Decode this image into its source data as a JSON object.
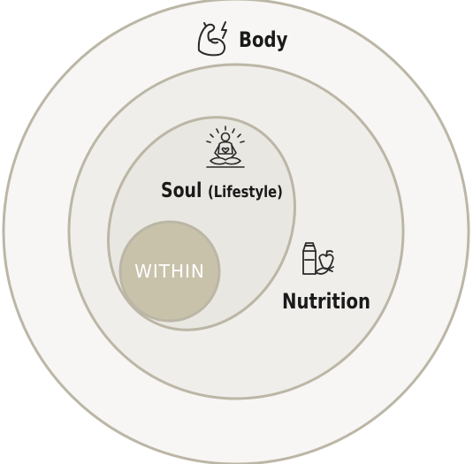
{
  "diagram": {
    "rings": [
      {
        "name": "Body",
        "label": "Body",
        "icon": "flexed-arm-lightning-icon"
      },
      {
        "name": "Nutrition",
        "label": "Nutrition",
        "icon": "milk-carton-vegetables-icon"
      },
      {
        "name": "Soul",
        "label": "Soul",
        "sublabel": "(Lifestyle)",
        "icon": "meditation-figure-icon"
      },
      {
        "name": "Within",
        "label": "WITHIN"
      }
    ],
    "colors": {
      "outer_fill": "#f7f6f4",
      "middle_fill": "#efeeea",
      "inner_fill": "#e9e7e1",
      "ring_stroke": "#bcb6a6",
      "within_fill": "#c9c2ab",
      "text": "#1a1a1a",
      "icon": "#2a2a2a"
    }
  }
}
